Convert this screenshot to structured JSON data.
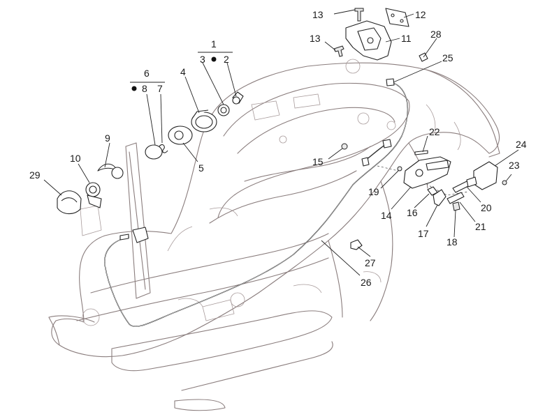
{
  "callouts": [
    {
      "id": "1",
      "text": "1"
    },
    {
      "id": "2",
      "text": "2"
    },
    {
      "id": "3",
      "text": "3"
    },
    {
      "id": "4",
      "text": "4"
    },
    {
      "id": "5",
      "text": "5"
    },
    {
      "id": "6",
      "text": "6"
    },
    {
      "id": "7",
      "text": "7"
    },
    {
      "id": "8",
      "text": "8"
    },
    {
      "id": "9",
      "text": "9"
    },
    {
      "id": "10",
      "text": "10"
    },
    {
      "id": "11",
      "text": "11"
    },
    {
      "id": "12",
      "text": "12"
    },
    {
      "id": "13a",
      "text": "13"
    },
    {
      "id": "13b",
      "text": "13"
    },
    {
      "id": "14",
      "text": "14"
    },
    {
      "id": "15",
      "text": "15"
    },
    {
      "id": "16",
      "text": "16"
    },
    {
      "id": "17",
      "text": "17"
    },
    {
      "id": "18",
      "text": "18"
    },
    {
      "id": "19",
      "text": "19"
    },
    {
      "id": "20",
      "text": "20"
    },
    {
      "id": "21",
      "text": "21"
    },
    {
      "id": "22",
      "text": "22"
    },
    {
      "id": "23",
      "text": "23"
    },
    {
      "id": "24",
      "text": "24"
    },
    {
      "id": "25",
      "text": "25"
    },
    {
      "id": "26",
      "text": "26"
    },
    {
      "id": "27",
      "text": "27"
    },
    {
      "id": "28",
      "text": "28"
    },
    {
      "id": "29",
      "text": "29"
    }
  ],
  "colors": {
    "frame": "#8a7d7d",
    "part_outline": "#222222",
    "label": "#1a1a1a"
  }
}
